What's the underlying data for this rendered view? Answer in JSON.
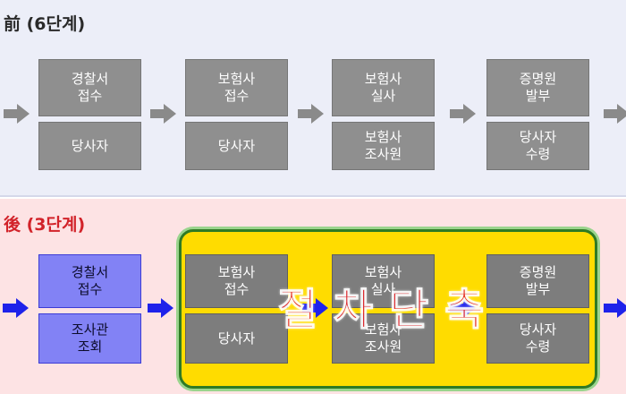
{
  "top": {
    "heading": "前 (6단계)",
    "steps": [
      {
        "upper": [
          "경찰서",
          "접수"
        ],
        "lower": [
          "당사자"
        ]
      },
      {
        "upper": [
          "보험사",
          "접수"
        ],
        "lower": [
          "당사자"
        ]
      },
      {
        "upper": [
          "보험사",
          "실사"
        ],
        "lower": [
          "보험사",
          "조사원"
        ]
      },
      {
        "upper": [
          "증명원",
          "발부"
        ],
        "lower": [
          "당사자",
          "수령"
        ]
      }
    ],
    "arrow_color": "#8a8a8a"
  },
  "bottom": {
    "heading": "後 (3단계)",
    "steps": [
      {
        "upper": [
          "경찰서",
          "접수"
        ],
        "lower": [
          "조사관",
          "조회"
        ]
      },
      {
        "upper": [
          "보험사",
          "접수"
        ],
        "lower": [
          "당사자"
        ]
      },
      {
        "upper": [
          "보험사",
          "실사"
        ],
        "lower": [
          "보험사",
          "조사원"
        ]
      },
      {
        "upper": [
          "증명원",
          "발부"
        ],
        "lower": [
          "당사자",
          "수령"
        ]
      }
    ],
    "arrow_color": "#1e22ea",
    "overlay_text": "절차단축"
  },
  "colors": {
    "top_band": "#eceef8",
    "bottom_band": "#fde3e4",
    "highlight_box": "#ffdc00",
    "highlight_border": "#2f7a24",
    "overlay_text": "#e4242a"
  },
  "icons": [
    "right-arrow-icon"
  ]
}
